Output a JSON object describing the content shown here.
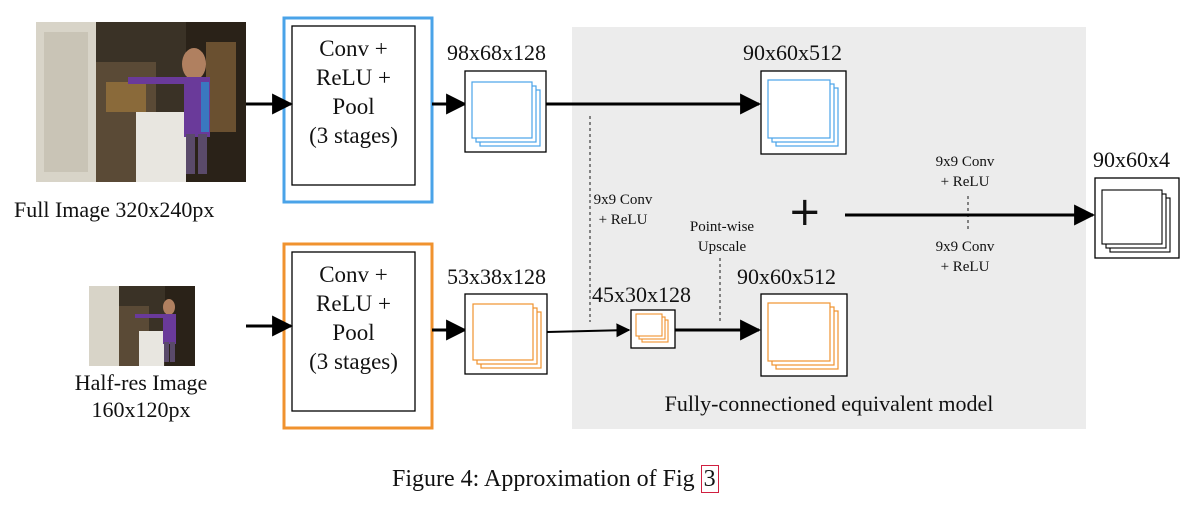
{
  "inputs": {
    "full": {
      "label": "Full Image 320x240px"
    },
    "half": {
      "label_line1": "Half-res Image",
      "label_line2": "160x120px"
    }
  },
  "conv_blocks": {
    "top": {
      "line1": "Conv +",
      "line2": "ReLU +",
      "line3": "Pool",
      "line4": "(3 stages)"
    },
    "bottom": {
      "line1": "Conv +",
      "line2": "ReLU +",
      "line3": "Pool",
      "line4": "(3 stages)"
    }
  },
  "feature_labels": {
    "top_feat": "98x68x128",
    "top_fc": "90x60x512",
    "bottom_feat": "53x38x128",
    "bottom_small": "45x30x128",
    "bottom_fc": "90x60x512",
    "output": "90x60x4"
  },
  "operations": {
    "conv_relu_left": {
      "line1": "9x9 Conv",
      "line2": "+ ReLU"
    },
    "upscale": {
      "line1": "Point-wise",
      "line2": "Upscale"
    },
    "conv_relu_top_right": {
      "line1": "9x9 Conv",
      "line2": "+ ReLU"
    },
    "conv_relu_bottom_right": {
      "line1": "9x9 Conv",
      "line2": "+ ReLU"
    },
    "sum_symbol": "+"
  },
  "fc_region_label": "Fully-connectioned equivalent model",
  "caption": {
    "text": "Figure 4: Approximation of Fig",
    "ref": "3"
  },
  "colors": {
    "top_branch": "#4aa3e8",
    "bottom_branch": "#f0922e",
    "fc_region": "#ececec"
  }
}
